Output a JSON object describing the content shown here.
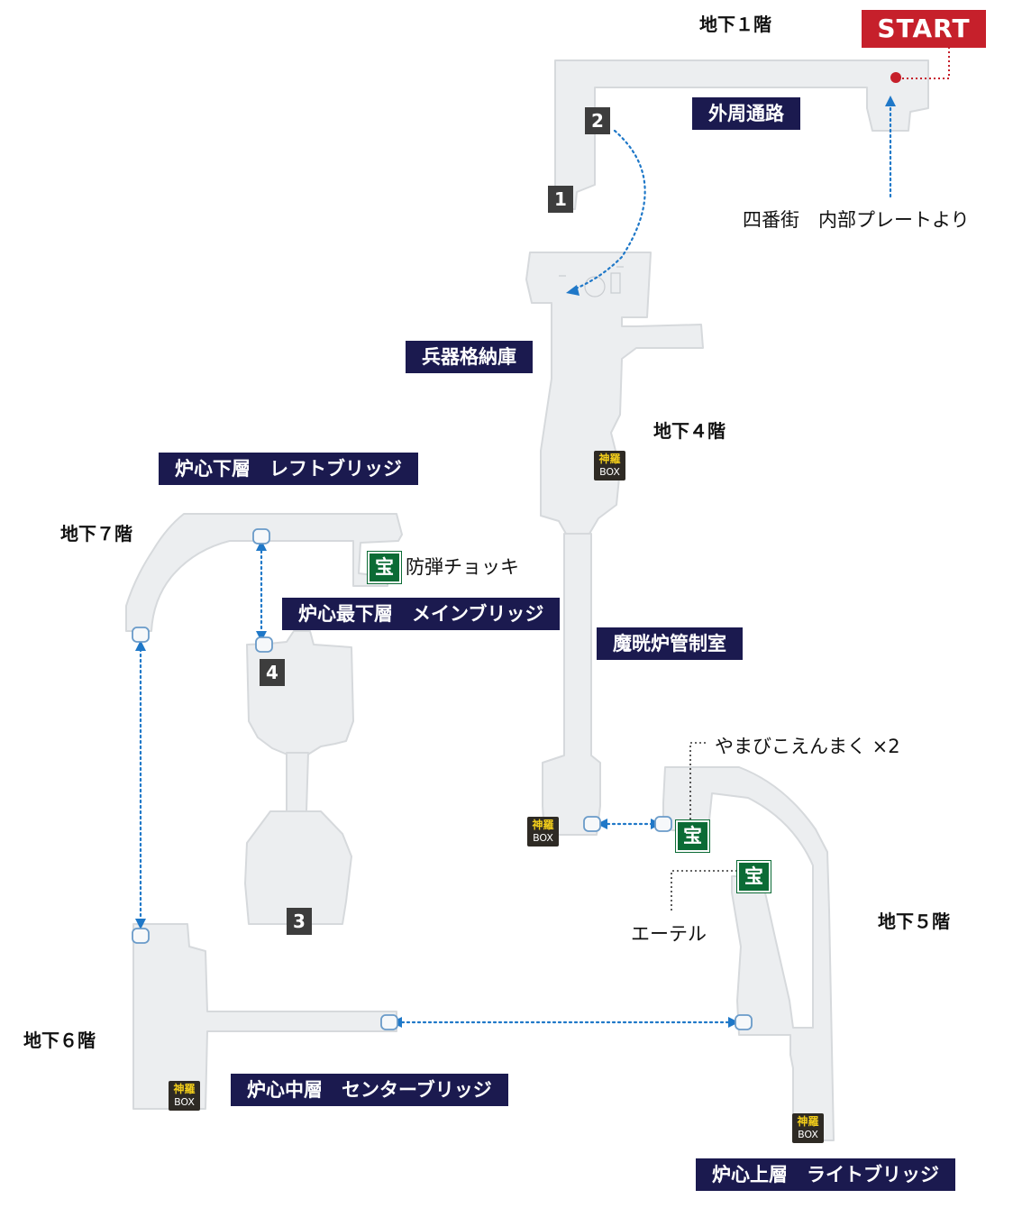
{
  "start": {
    "label": "START"
  },
  "floors": {
    "b1": "地下１階",
    "b4": "地下４階",
    "b5": "地下５階",
    "b6": "地下６階",
    "b7": "地下７階"
  },
  "areas": {
    "outer_passage": "外周通路",
    "weapon_storage": "兵器格納庫",
    "mako_control": "魔晄炉管制室",
    "left_bridge": "炉心下層　レフトブリッジ",
    "main_bridge": "炉心最下層　メインブリッジ",
    "center_bridge": "炉心中層　センターブリッジ",
    "right_bridge": "炉心上層　ライトブリッジ"
  },
  "notes": {
    "entry": "四番街　内部プレートより",
    "vest": "防弾チョッキ",
    "echo_screen": "やまびこえんまく ×2",
    "ether": "エーテル"
  },
  "markers": [
    "1",
    "2",
    "3",
    "4"
  ],
  "shinra_box": {
    "top": "神羅",
    "bottom": "BOX"
  },
  "treasure": {
    "label": "宝"
  },
  "colors": {
    "label_bg": "#1b1a4f",
    "start_red": "#c6202b",
    "treasure_green": "#0b6b35",
    "path_blue": "#1f78c8",
    "corridor_fill": "#eceef0",
    "corridor_stroke": "#d9dcdf"
  }
}
